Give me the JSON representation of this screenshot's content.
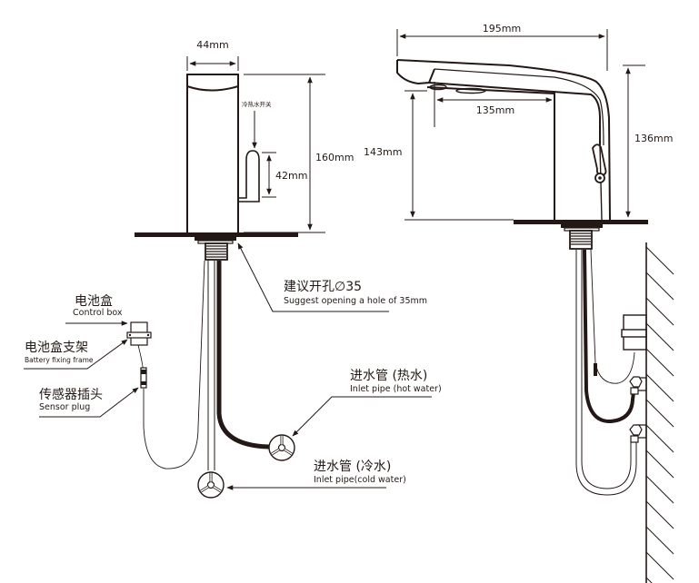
{
  "diagram": {
    "type": "faucet-installation-dimension-drawing",
    "colors": {
      "ink": "#231815",
      "background": "#ffffff"
    },
    "front_view": {
      "width_dim": "44mm",
      "height_dim": "160mm",
      "lever_dim": "42mm",
      "lever_label_cn": "冷热水开关"
    },
    "side_view": {
      "spout_length_dim": "195mm",
      "reach_dim": "135mm",
      "spout_height_dim": "143mm",
      "body_height_dim": "136mm"
    },
    "callouts": {
      "hole": {
        "cn": "建议开孔∅35",
        "en": "Suggest opening a hole of 35mm"
      },
      "control_box": {
        "cn": "电池盒",
        "en": "Control box"
      },
      "battery_frame": {
        "cn": "电池盒支架",
        "en": "Battery fixing frame"
      },
      "sensor_plug": {
        "cn": "传感器插头",
        "en": "Sensor plug"
      },
      "hot_inlet": {
        "cn": "进水管 (热水)",
        "en": "Inlet pipe (hot water)"
      },
      "cold_inlet": {
        "cn": "进水管 (冷水)",
        "en": "Inlet pipe(cold water)"
      }
    }
  }
}
